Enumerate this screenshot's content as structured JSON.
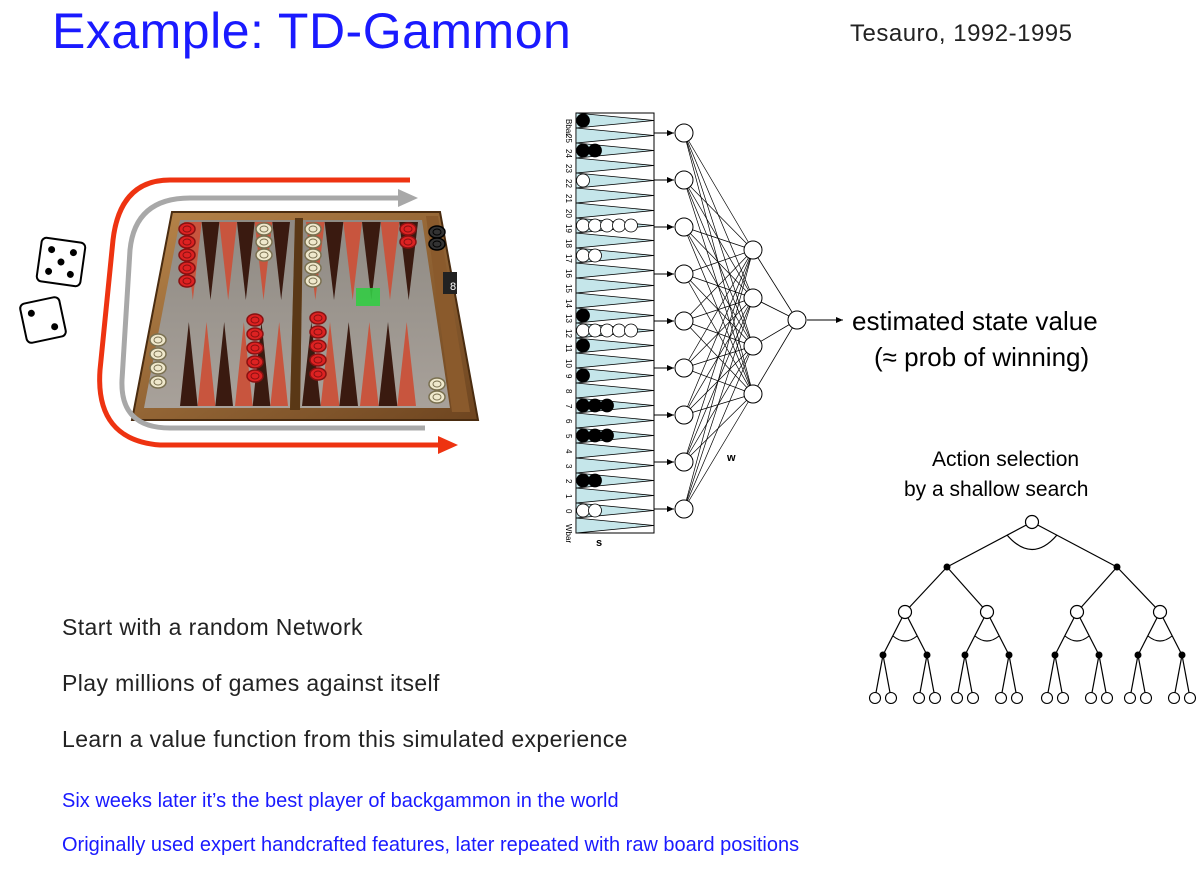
{
  "title": "Example: TD-Gammon",
  "attribution": "Tesauro, 1992-1995",
  "network": {
    "input_labels": [
      "Bbar",
      "25",
      "24",
      "23",
      "22",
      "21",
      "20",
      "19",
      "18",
      "17",
      "16",
      "15",
      "14",
      "13",
      "12",
      "11",
      "10",
      "9",
      "8",
      "7",
      "6",
      "5",
      "4",
      "3",
      "2",
      "1",
      "0",
      "Wbar"
    ],
    "input_symbol": "s",
    "weights_symbol": "w",
    "output_label_line1": "estimated state value",
    "output_label_line2": "(≈ prob of winning)"
  },
  "search": {
    "label_line1": "Action selection",
    "label_line2": "by a shallow search"
  },
  "board": {
    "cube_value": "8"
  },
  "bullets": [
    "Start with a random Network",
    "Play millions of games against itself",
    "Learn a value function from this simulated experience"
  ],
  "notes": [
    "Six weeks later it’s the best player of backgammon in the world",
    "Originally used expert handcrafted features, later repeated with raw board positions"
  ],
  "colors": {
    "title": "#1a1aff",
    "arrow_red": "#ee3311",
    "arrow_gray": "#a8a8a8",
    "triangle_fill": "#c5e6ea",
    "checker_red": "#dd2222"
  }
}
